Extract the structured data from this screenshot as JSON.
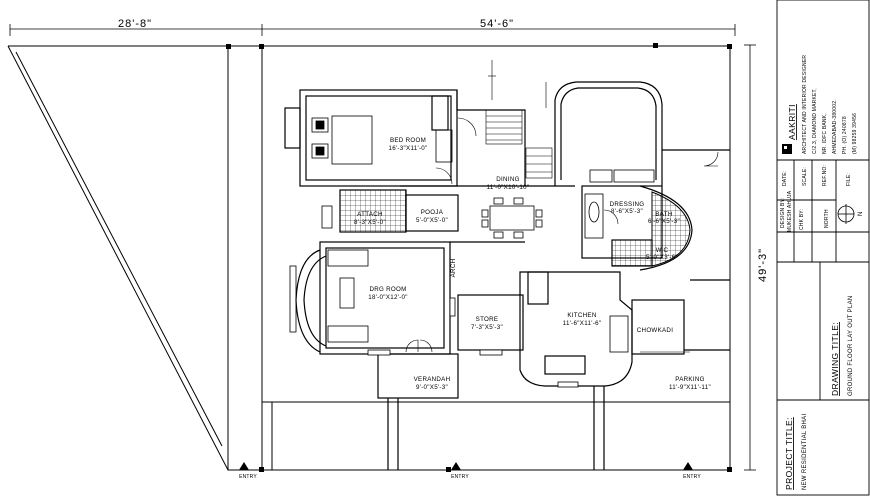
{
  "dimensions": {
    "top_left": "28'-8\"",
    "top_right": "54'-6\"",
    "right_side": "49'-3\""
  },
  "rooms": {
    "bedroom": {
      "name": "BED ROOM",
      "size": "16'-3\"X11'-0\""
    },
    "dining": {
      "name": "DINING",
      "size": "11'-0\"X10'-10\""
    },
    "attach": {
      "name": "ATTACH",
      "size": "8'-3\"X5'-0\""
    },
    "pooja": {
      "name": "POOJA",
      "size": "5'-0\"X5'-0\""
    },
    "drg_room": {
      "name": "DRG ROOM",
      "size": "18'-0\"X12'-0\""
    },
    "arch": {
      "name": "ARCH"
    },
    "store": {
      "name": "STORE",
      "size": "7'-3\"X5'-3\""
    },
    "kitchen": {
      "name": "KITCHEN",
      "size": "11'-6\"X11'-6\""
    },
    "chowkadi": {
      "name": "CHOWKADI"
    },
    "dressing": {
      "name": "DRESSING",
      "size": "8'-6\"X5'-3\""
    },
    "bath": {
      "name": "BATH",
      "size": "6'-6\"X5'-3\""
    },
    "wc": {
      "name": "W.C",
      "size": "5'-0\"X3'-6\""
    },
    "verandah": {
      "name": "VERANDAH",
      "size": "9'-0\"X5'-3\""
    },
    "parking": {
      "name": "PARKING",
      "size": "11'-9\"X11'-11\""
    }
  },
  "entry_labels": [
    "ENTRY",
    "ENTRY",
    "ENTRY"
  ],
  "title_block": {
    "firm_name": "AAKRITI",
    "firm_lines": [
      "ARCHITECT AND INTERIOR DESIGNER",
      "C/2.3, DIAMOND MARKET,",
      "NR. IDFC BANK,",
      "AHMEDABAD-380002.",
      "PH. (O) 240878",
      "(M) 98259 39456"
    ],
    "design_by": "DESIGN BY:",
    "design_by_value": "MUKESH AHUJA",
    "chk_by": "CHK BY:",
    "date": "DATE:",
    "scale": "SCALE:",
    "ref_no": "REF.NO:",
    "file": "FILE:",
    "north_label": "NORTH",
    "north_letter": "N",
    "drawing_title_label": "DRAWING TITLE:",
    "drawing_title": "GROUND FLOOR LAY OUT PLAN",
    "project_title_label": "PROJECT TITLE:",
    "project_title": "NEW RESIDENTIAL BHAI"
  }
}
